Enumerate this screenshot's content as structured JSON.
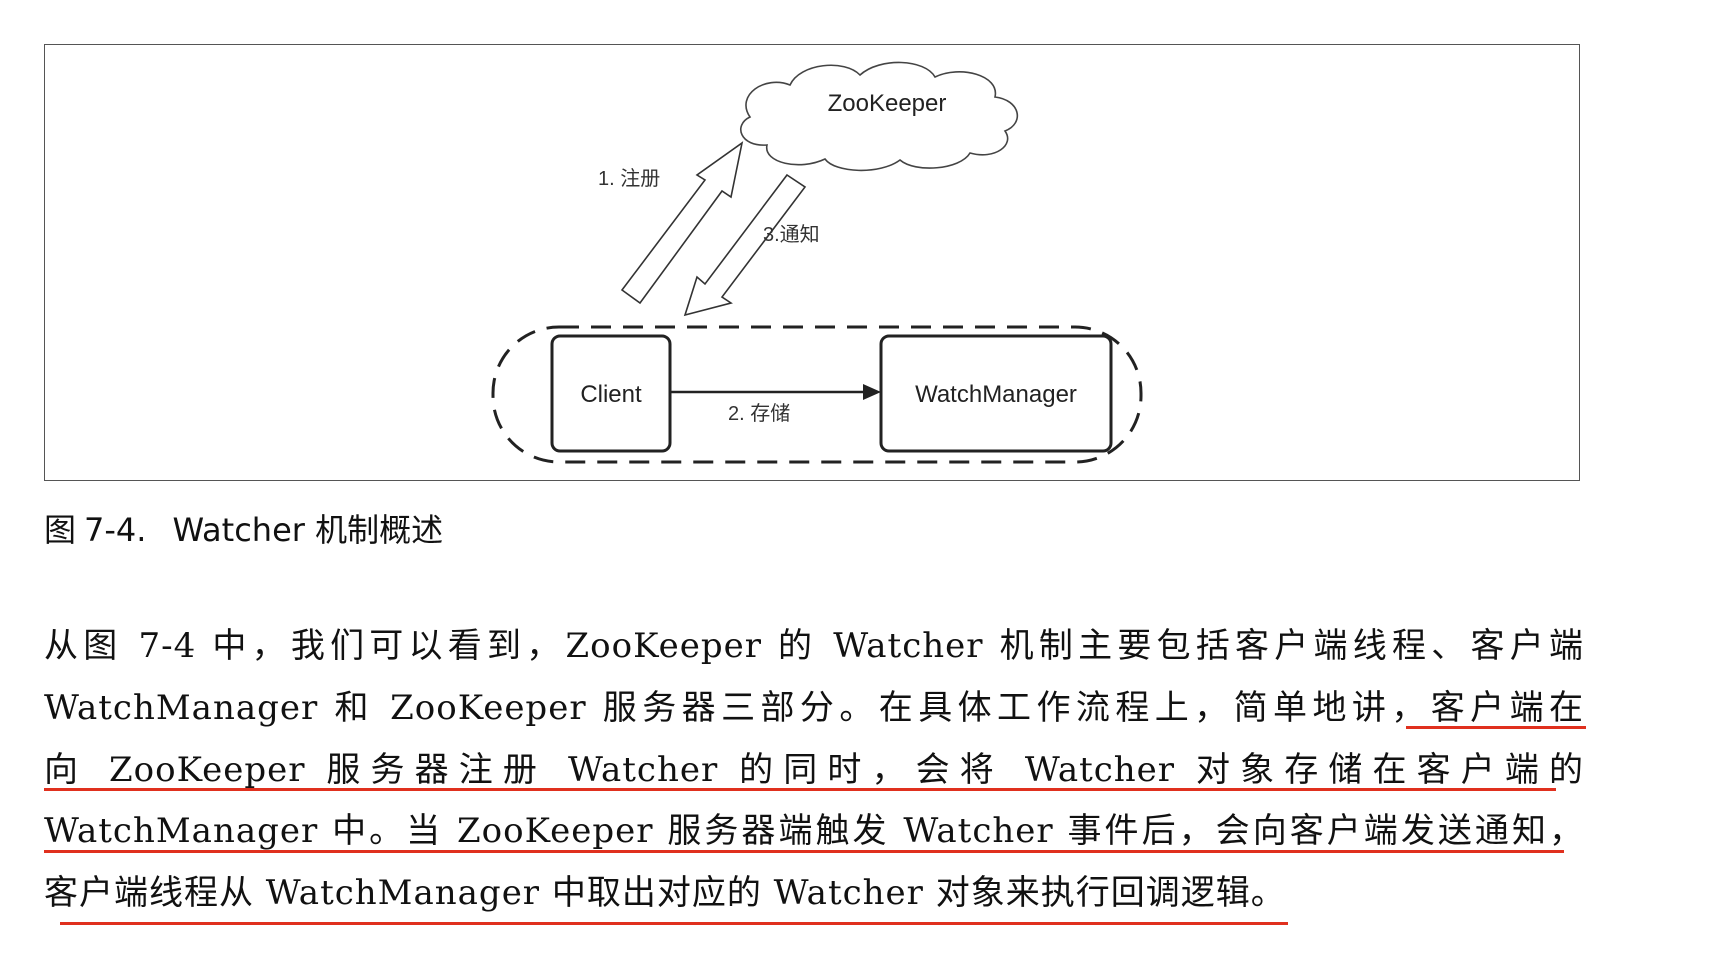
{
  "figure": {
    "cloud_label": "ZooKeeper",
    "arrow1_label": "1. 注册",
    "arrow3_label": "3.通知",
    "client_label": "Client",
    "arrow2_label": "2. 存储",
    "watchmanager_label": "WatchManager"
  },
  "caption": {
    "prefix": "图",
    "number": "7-4.",
    "title": "Watcher 机制概述"
  },
  "paragraph": {
    "lines": [
      "从图 7-4 中，我们可以看到，ZooKeeper 的 Watcher 机制主要包括客户端线程、客户端",
      "WatchManager 和 ZooKeeper 服务器三部分。在具体工作流程上，简单地讲，客户端在",
      "向 ZooKeeper 服务器注册 Watcher 的同时，会将 Watcher 对象存储在客户端的",
      "WatchManager 中。当 ZooKeeper 服务器端触发 Watcher 事件后，会向客户端发送通知，",
      "客户端线程从 WatchManager 中取出对应的 Watcher 对象来执行回调逻辑。"
    ]
  },
  "colors": {
    "underline": "#e0301e",
    "text": "#111111"
  }
}
